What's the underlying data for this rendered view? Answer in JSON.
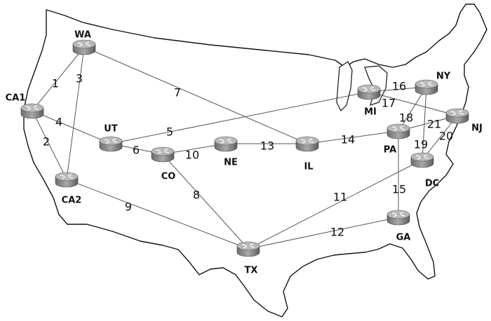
{
  "nodes": [
    {
      "id": "WA",
      "label": "WA"
    },
    {
      "id": "CA1",
      "label": "CA1"
    },
    {
      "id": "CA2",
      "label": "CA2"
    },
    {
      "id": "UT",
      "label": "UT"
    },
    {
      "id": "CO",
      "label": "CO"
    },
    {
      "id": "NE",
      "label": "NE"
    },
    {
      "id": "IL",
      "label": "IL"
    },
    {
      "id": "TX",
      "label": "TX"
    },
    {
      "id": "MI",
      "label": "MI"
    },
    {
      "id": "NY",
      "label": "NY"
    },
    {
      "id": "NJ",
      "label": "NJ"
    },
    {
      "id": "PA",
      "label": "PA"
    },
    {
      "id": "DC",
      "label": "DC"
    },
    {
      "id": "GA",
      "label": "GA"
    }
  ],
  "links": [
    {
      "label": "1",
      "from": "CA1",
      "to": "WA"
    },
    {
      "label": "2",
      "from": "CA1",
      "to": "CA2"
    },
    {
      "label": "3",
      "from": "WA",
      "to": "CA2"
    },
    {
      "label": "4",
      "from": "CA1",
      "to": "UT"
    },
    {
      "label": "5",
      "from": "UT",
      "to": "MI"
    },
    {
      "label": "6",
      "from": "UT",
      "to": "CO"
    },
    {
      "label": "7",
      "from": "WA",
      "to": "IL"
    },
    {
      "label": "8",
      "from": "CO",
      "to": "TX"
    },
    {
      "label": "9",
      "from": "CA2",
      "to": "TX"
    },
    {
      "label": "10",
      "from": "CO",
      "to": "NE"
    },
    {
      "label": "11",
      "from": "TX",
      "to": "DC"
    },
    {
      "label": "12",
      "from": "TX",
      "to": "GA"
    },
    {
      "label": "13",
      "from": "NE",
      "to": "IL"
    },
    {
      "label": "14",
      "from": "IL",
      "to": "PA"
    },
    {
      "label": "15",
      "from": "PA",
      "to": "GA"
    },
    {
      "label": "16",
      "from": "MI",
      "to": "NY"
    },
    {
      "label": "17",
      "from": "MI",
      "to": "NJ"
    },
    {
      "label": "18",
      "from": "PA",
      "to": "NY"
    },
    {
      "label": "19",
      "from": "NY",
      "to": "DC"
    },
    {
      "label": "20",
      "from": "DC",
      "to": "NJ"
    },
    {
      "label": "21",
      "from": "PA",
      "to": "NJ"
    }
  ]
}
